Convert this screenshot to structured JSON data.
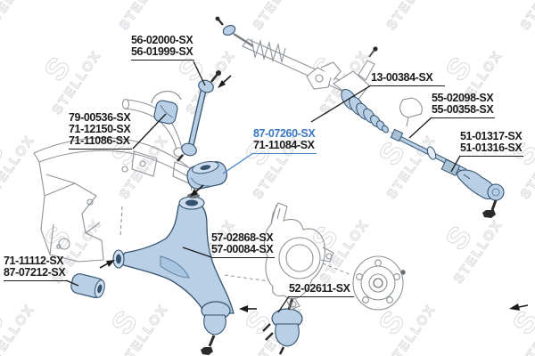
{
  "watermark": {
    "logo": "S",
    "text": "STELLOX"
  },
  "colors": {
    "highlight_fill": "#b9cfe6",
    "highlight_stroke": "#33536f",
    "label_text": "#1b1b1b",
    "label_highlight_text": "#3877c2",
    "leader_highlight": "#4d86c6",
    "outline_gray": "#8e9398",
    "watermark": "#dddde1"
  },
  "part_labels": {
    "stabilizer_link": {
      "lines": [
        "56-02000-SX",
        "56-01999-SX"
      ]
    },
    "swaybar_bushing": {
      "lines": [
        "79-00536-SX",
        "71-12150-SX",
        "71-11086-SX"
      ]
    },
    "steering_boot": {
      "lines": [
        "13-00384-SX"
      ]
    },
    "axial_rod": {
      "lines": [
        "55-02098-SX",
        "55-00358-SX"
      ]
    },
    "tie_rod_end": {
      "lines": [
        "51-01317-SX",
        "51-01316-SX"
      ]
    },
    "arm_rear_bushing": {
      "lines": [
        "87-07260-SX",
        "71-11084-SX"
      ]
    },
    "control_arm": {
      "lines": [
        "57-02868-SX",
        "57-00084-SX"
      ]
    },
    "arm_front_bushing": {
      "lines": [
        "71-11112-SX",
        "87-07212-SX"
      ]
    },
    "ball_joint": {
      "lines": [
        "52-02611-SX"
      ]
    }
  }
}
